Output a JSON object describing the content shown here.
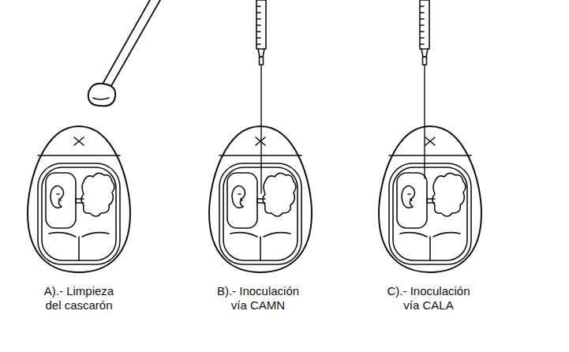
{
  "diagram": {
    "labels": [
      "A).- Limpieza del cascarón",
      "B).- Inoculación vía CAMN",
      "C).- Inoculación vía CALA"
    ]
  }
}
